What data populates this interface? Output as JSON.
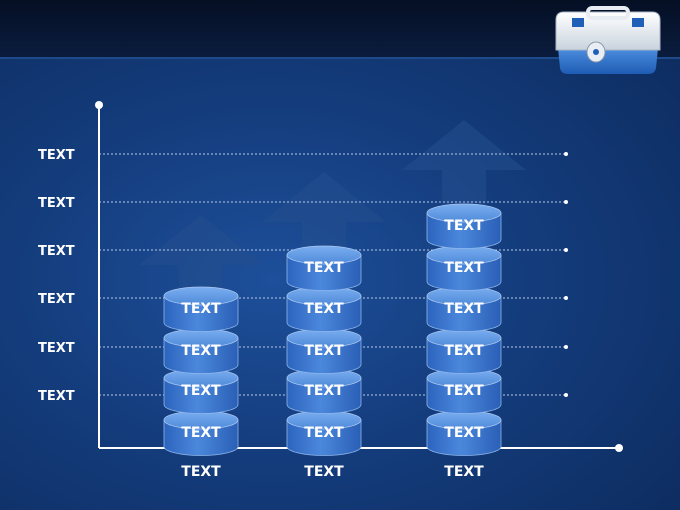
{
  "chart_data": {
    "type": "bar",
    "categories": [
      "TEXT",
      "TEXT",
      "TEXT"
    ],
    "values": [
      4,
      5,
      6
    ],
    "ylim": [
      0,
      6.2
    ],
    "y_tick_labels": [
      "TEXT",
      "TEXT",
      "TEXT",
      "TEXT",
      "TEXT",
      "TEXT"
    ],
    "segment_labels": [
      [
        "TEXT",
        "TEXT",
        "TEXT",
        "TEXT"
      ],
      [
        "TEXT",
        "TEXT",
        "TEXT",
        "TEXT",
        "TEXT"
      ],
      [
        "TEXT",
        "TEXT",
        "TEXT",
        "TEXT",
        "TEXT",
        "TEXT"
      ]
    ],
    "bar_style": "stacked cylinders",
    "grid": "dotted horizontal",
    "colors": {
      "cylinder": "#3d7bd6",
      "cylinder_top": "#5f98e6",
      "grid": "#b7c9e8",
      "axis": "#ffffff",
      "arrow": "#254f8e"
    }
  },
  "decor": {
    "top_right_icon": "first-aid-kit-icon"
  }
}
